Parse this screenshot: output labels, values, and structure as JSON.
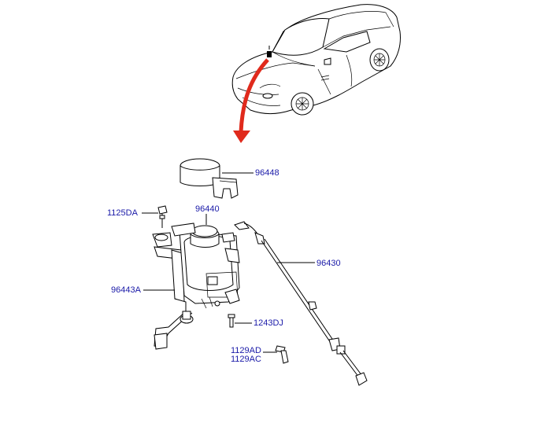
{
  "colors": {
    "label": "#1a1aa8",
    "arrow": "#e02a1c",
    "line": "#000000"
  },
  "labels": {
    "p96448": "96448",
    "p96440": "96440",
    "p1125DA": "1125DA",
    "p96430": "96430",
    "p96443A": "96443A",
    "p1243DJ": "1243DJ",
    "p1129AD": "1129AD",
    "p1129AC": "1129AC"
  }
}
